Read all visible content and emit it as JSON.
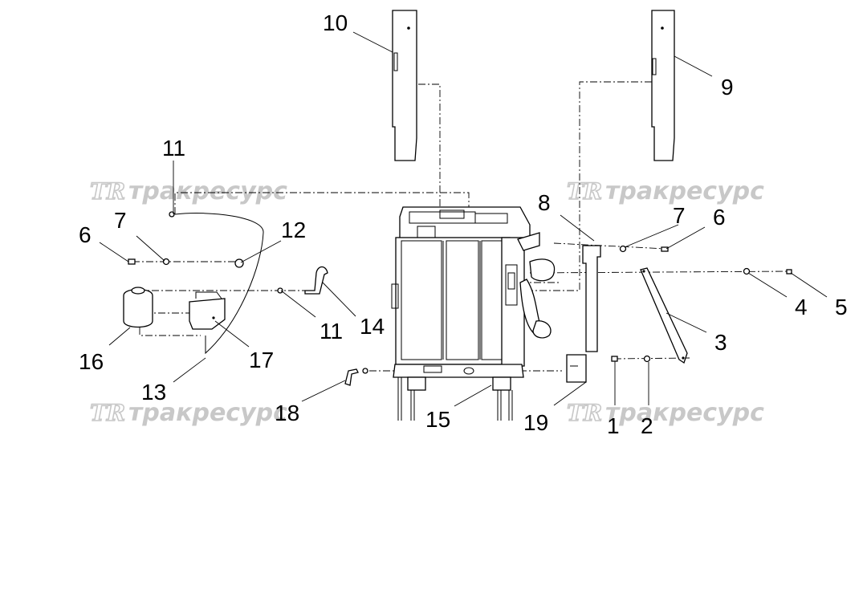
{
  "diagram": {
    "callouts": {
      "c1": "1",
      "c2": "2",
      "c3": "3",
      "c4": "4",
      "c5": "5",
      "c6a": "6",
      "c6b": "6",
      "c7a": "7",
      "c7b": "7",
      "c8": "8",
      "c9": "9",
      "c10": "10",
      "c11a": "11",
      "c11b": "11",
      "c12": "12",
      "c13": "13",
      "c14": "14",
      "c15": "15",
      "c16": "16",
      "c17": "17",
      "c18": "18",
      "c19": "19"
    },
    "watermark": {
      "logo": "TR",
      "text": "тракресурс"
    }
  }
}
